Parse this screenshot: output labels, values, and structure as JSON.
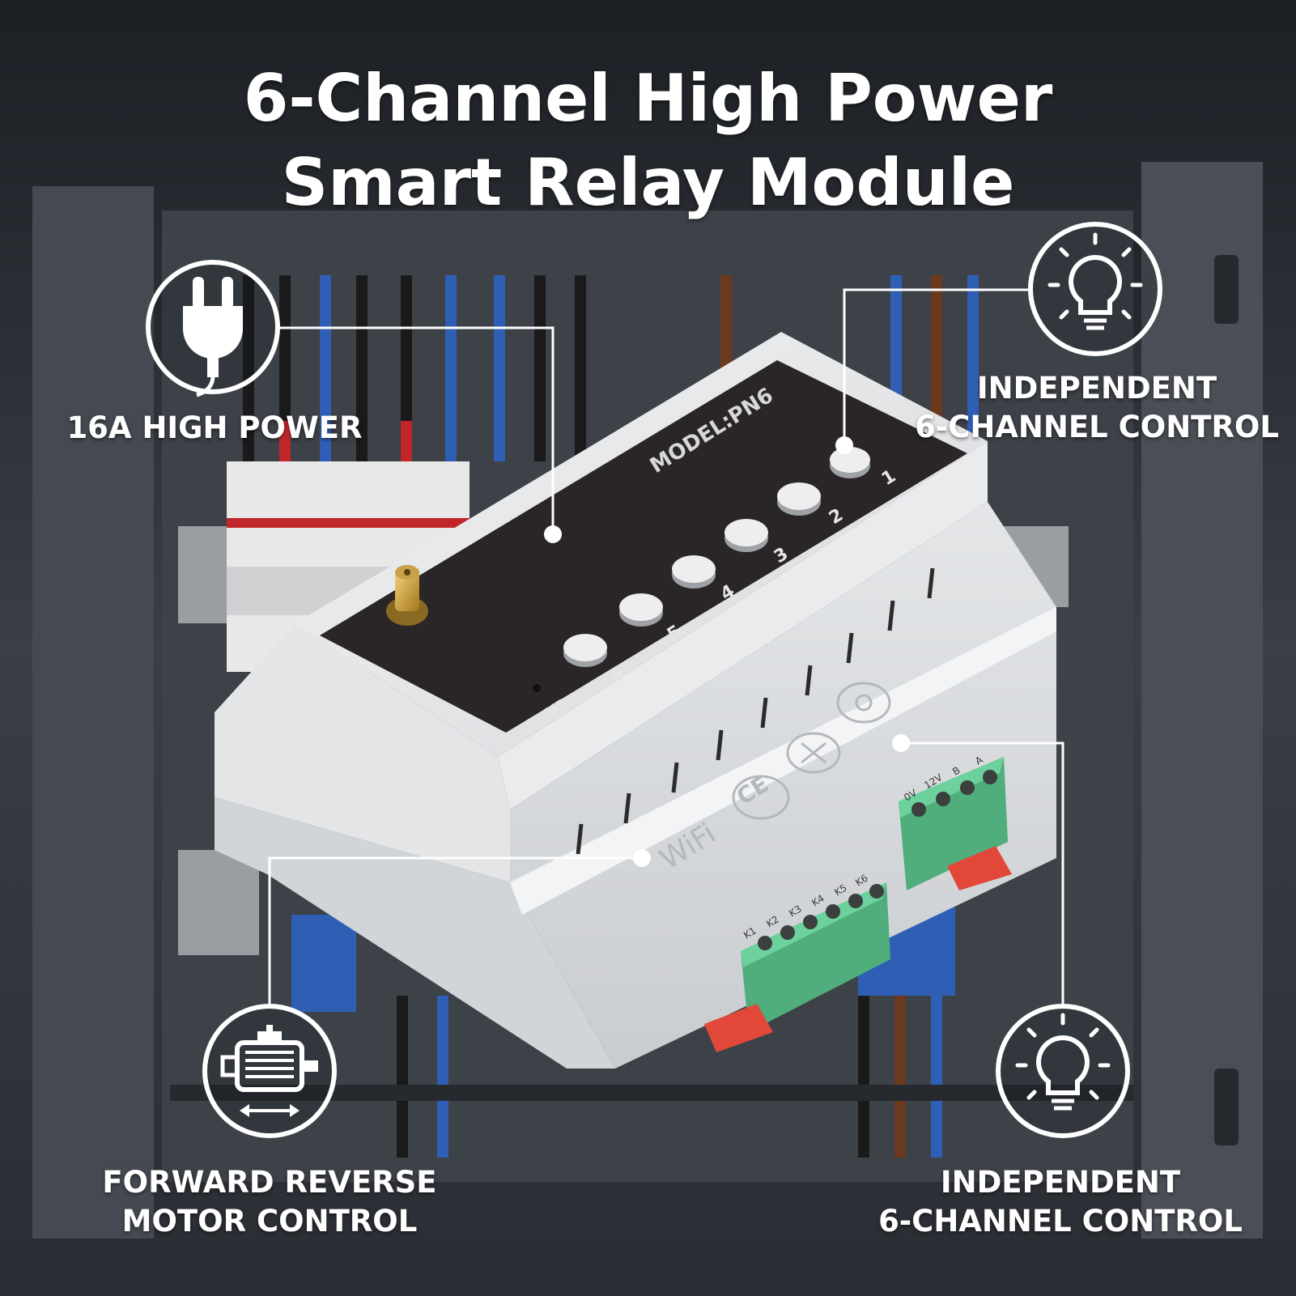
{
  "title": {
    "line1": "6-Channel High Power",
    "line2": "Smart Relay Module"
  },
  "features": {
    "top_left": {
      "label": "16A HIGH POWER",
      "icon": "plug-icon"
    },
    "top_right": {
      "line1": "INDEPENDENT",
      "line2": "6-CHANNEL CONTROL",
      "icon": "light-bulb-icon"
    },
    "bottom_left": {
      "line1": "FORWARD REVERSE",
      "line2": "MOTOR CONTROL",
      "icon": "motor-icon"
    },
    "bottom_right": {
      "line1": "INDEPENDENT",
      "line2": "6-CHANNEL CONTROL",
      "icon": "light-bulb-icon"
    }
  },
  "device": {
    "model": "MODEL:PN6",
    "reset_label": "RST",
    "wifi_label": "WiFi",
    "buttons": [
      "1",
      "2",
      "3",
      "4",
      "5",
      "6"
    ],
    "terminal_labels_out": [
      "K1",
      "K2",
      "K3",
      "K4",
      "K5",
      "K6"
    ],
    "terminal_labels_in": [
      "0V",
      "12V",
      "B",
      "A"
    ],
    "ce_mark": "CE"
  },
  "colors": {
    "background": "#2b2f36",
    "device_body": "#e6e8ea",
    "device_panel": "#2a2627",
    "terminal": "#5bbf8c",
    "callout_line": "#ffffff"
  }
}
